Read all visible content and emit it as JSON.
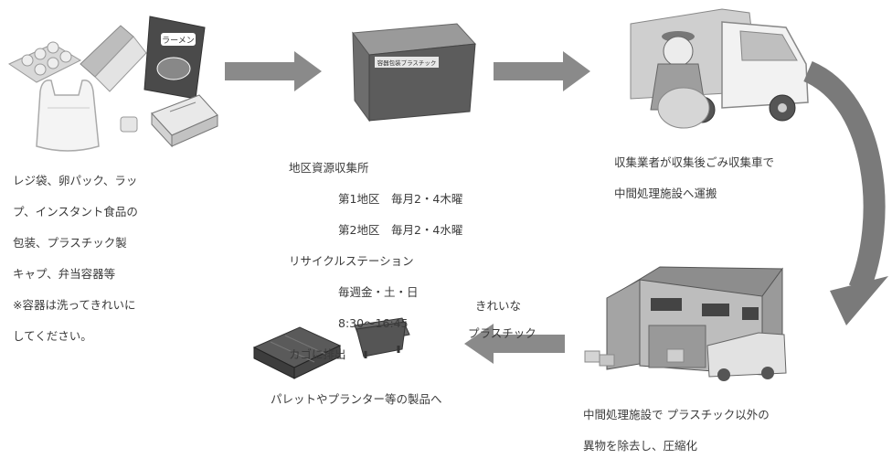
{
  "products_caption": {
    "lines": [
      "レジ袋、卵パック、ラッ",
      "プ、インスタント食品の",
      "包装、プラスチック製",
      "キャプ、弁当容器等",
      "※容器は洗ってきれいに",
      "してください。"
    ]
  },
  "collection_caption": {
    "line1": "地区資源収集所",
    "line2": "第1地区　毎月2・4木曜",
    "line3": "第2地区　毎月2・4水曜",
    "line4": "リサイクルステーション",
    "line5": "毎週金・土・日",
    "line6": "8:30〜16:45",
    "line7": "カゴに排出"
  },
  "bin_label": "容器包装プラスチック",
  "truck_bag_label": "ラーメン",
  "transport_caption": {
    "line1": "収集業者が収集後ごみ収集車で",
    "line2": "中間処理施設へ運搬"
  },
  "facility_caption": {
    "line1": "中間処理施設で プラスチック以外の",
    "line2": "異物を除去し、圧縮化"
  },
  "clean_plastic_label": {
    "line1": "きれいな",
    "line2": "プラスチック"
  },
  "products_final_caption": "パレットやプランター等の製品へ",
  "colors": {
    "arrow": "#8a8a8a",
    "curve_arrow": "#7a7a7a",
    "illustration": "#b5b5b5",
    "dark": "#555555"
  }
}
